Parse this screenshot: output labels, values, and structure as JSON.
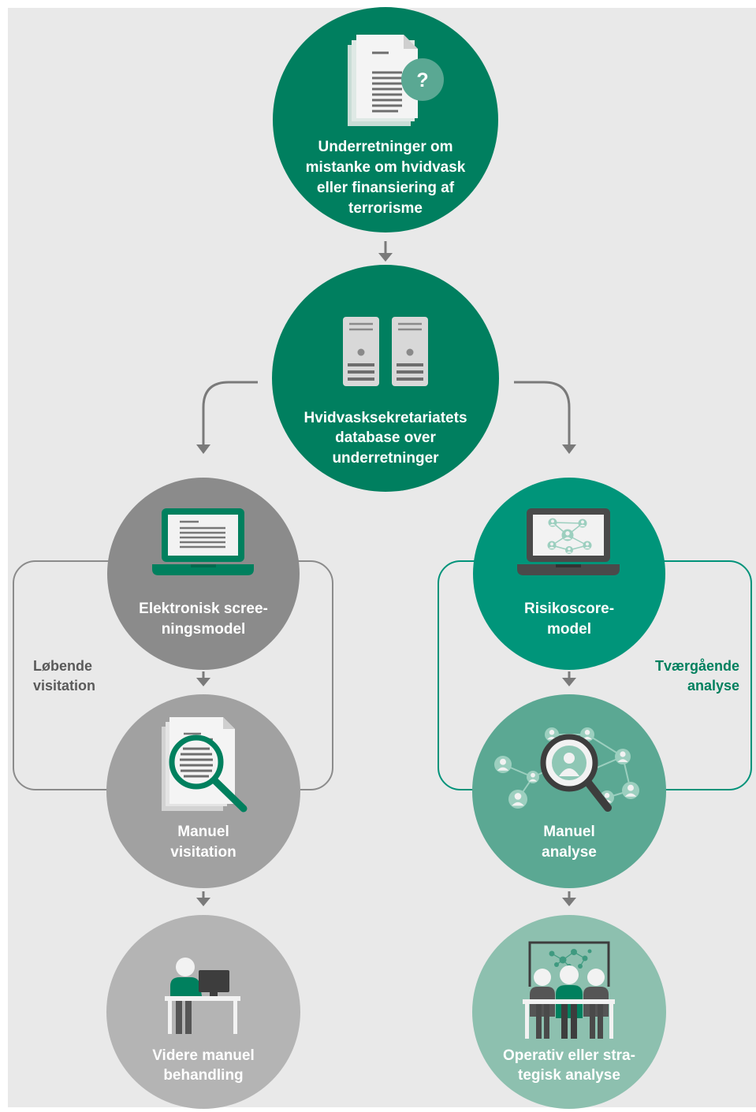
{
  "flow": {
    "reports": {
      "lines": [
        "Underretninger om",
        "mistanke om hvidvask",
        "eller finansiering af",
        "terrorisme"
      ],
      "badge": "?",
      "icon": "document-question-icon"
    },
    "database": {
      "lines": [
        "Hvidvasksekretariatets",
        "database over",
        "underretninger"
      ],
      "icon": "server-icon"
    },
    "screening_model": {
      "lines": [
        "Elektronisk scree-",
        "ningsmodel"
      ],
      "icon": "laptop-document-icon"
    },
    "manual_visitation": {
      "lines": [
        "Manuel",
        "visitation"
      ],
      "icon": "document-magnifier-icon"
    },
    "further_manual_processing": {
      "lines": [
        "Videre manuel",
        "behandling"
      ],
      "icon": "person-at-desk-icon"
    },
    "risk_score_model": {
      "lines": [
        "Risikoscore-",
        "model"
      ],
      "icon": "laptop-network-icon"
    },
    "manual_analysis": {
      "lines": [
        "Manuel",
        "analyse"
      ],
      "icon": "network-magnifier-icon"
    },
    "operational_analysis": {
      "lines": [
        "Operativ eller stra-",
        "tegisk analyse"
      ],
      "icon": "team-presentation-icon"
    }
  },
  "groups": {
    "ongoing_visitation": {
      "lines": [
        "Løbende",
        "visitation"
      ]
    },
    "cross_analysis": {
      "lines": [
        "Tværgående",
        "analyse"
      ]
    }
  },
  "colors": {
    "panel": "#e9e9e9",
    "reports": "#007f5f",
    "database": "#007f5f",
    "screening_model": "#8b8b8b",
    "manual_visitation": "#a1a1a1",
    "further_manual_processing": "#b4b4b4",
    "risk_score_model": "#00957a",
    "manual_analysis": "#5ba893",
    "operational_analysis": "#8dc0af",
    "gray_track": "#8b8b8b",
    "green_track": "#00937a",
    "arrow": "#7a7a7a"
  }
}
